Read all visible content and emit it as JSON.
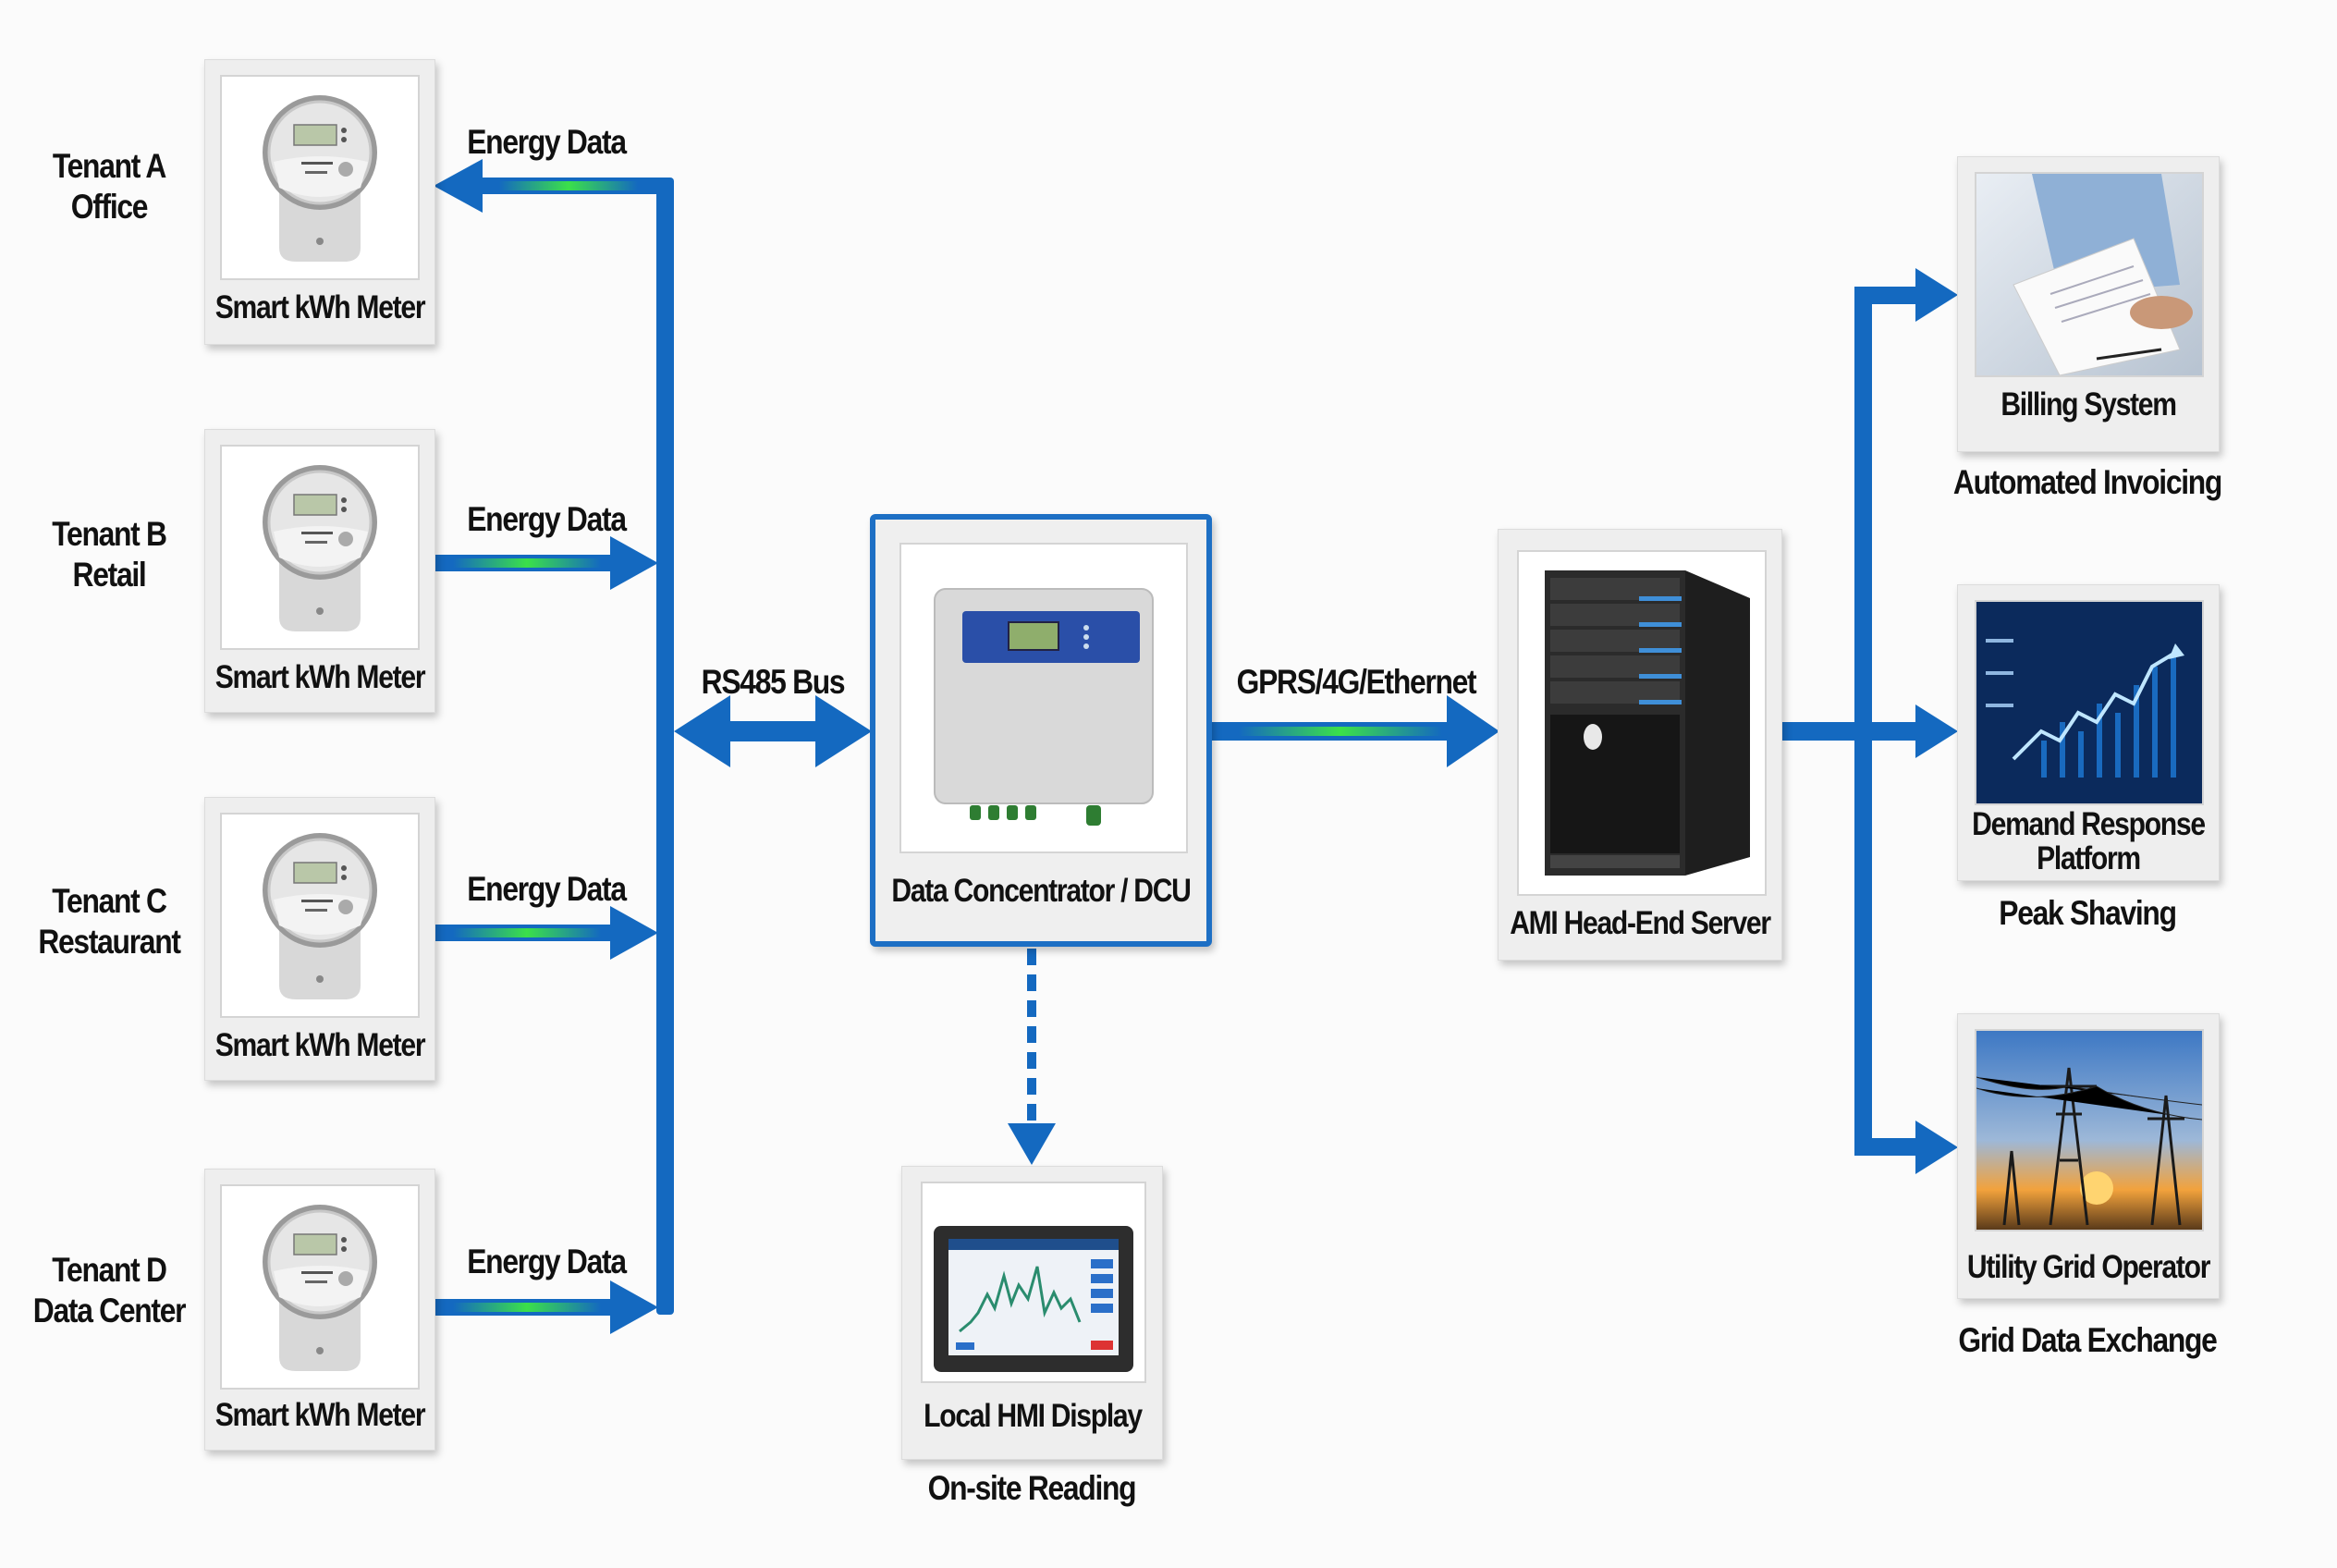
{
  "tenants": [
    {
      "line1": "Tenant A",
      "line2": "Office",
      "meter_label": "Smart kWh Meter",
      "link_label": "Energy Data"
    },
    {
      "line1": "Tenant B",
      "line2": "Retail",
      "meter_label": "Smart kWh Meter",
      "link_label": "Energy Data"
    },
    {
      "line1": "Tenant C",
      "line2": "Restaurant",
      "meter_label": "Smart kWh Meter",
      "link_label": "Energy Data"
    },
    {
      "line1": "Tenant D",
      "line2": "Data Center",
      "meter_label": "Smart kWh Meter",
      "link_label": "Energy Data"
    }
  ],
  "bus_label": "RS485 Bus",
  "dcu": {
    "label": "Data Concentrator / DCU"
  },
  "uplink_label": "GPRS/4G/Ethernet",
  "server": {
    "label": "AMI Head-End Server"
  },
  "hmi": {
    "label": "Local HMI Display",
    "caption": "On-site Reading"
  },
  "outputs": [
    {
      "label": "Billing System",
      "caption": "Automated Invoicing"
    },
    {
      "label": "Demand Response Platform",
      "label_line1": "Demand Response",
      "label_line2": "Platform",
      "caption": "Peak Shaving"
    },
    {
      "label": "Utility Grid Operator",
      "caption": "Grid Data Exchange"
    }
  ],
  "colors": {
    "arrow_blue": "#1469c0",
    "arrow_glow": "#3be04a",
    "dcu_border": "#1d6fc4"
  }
}
